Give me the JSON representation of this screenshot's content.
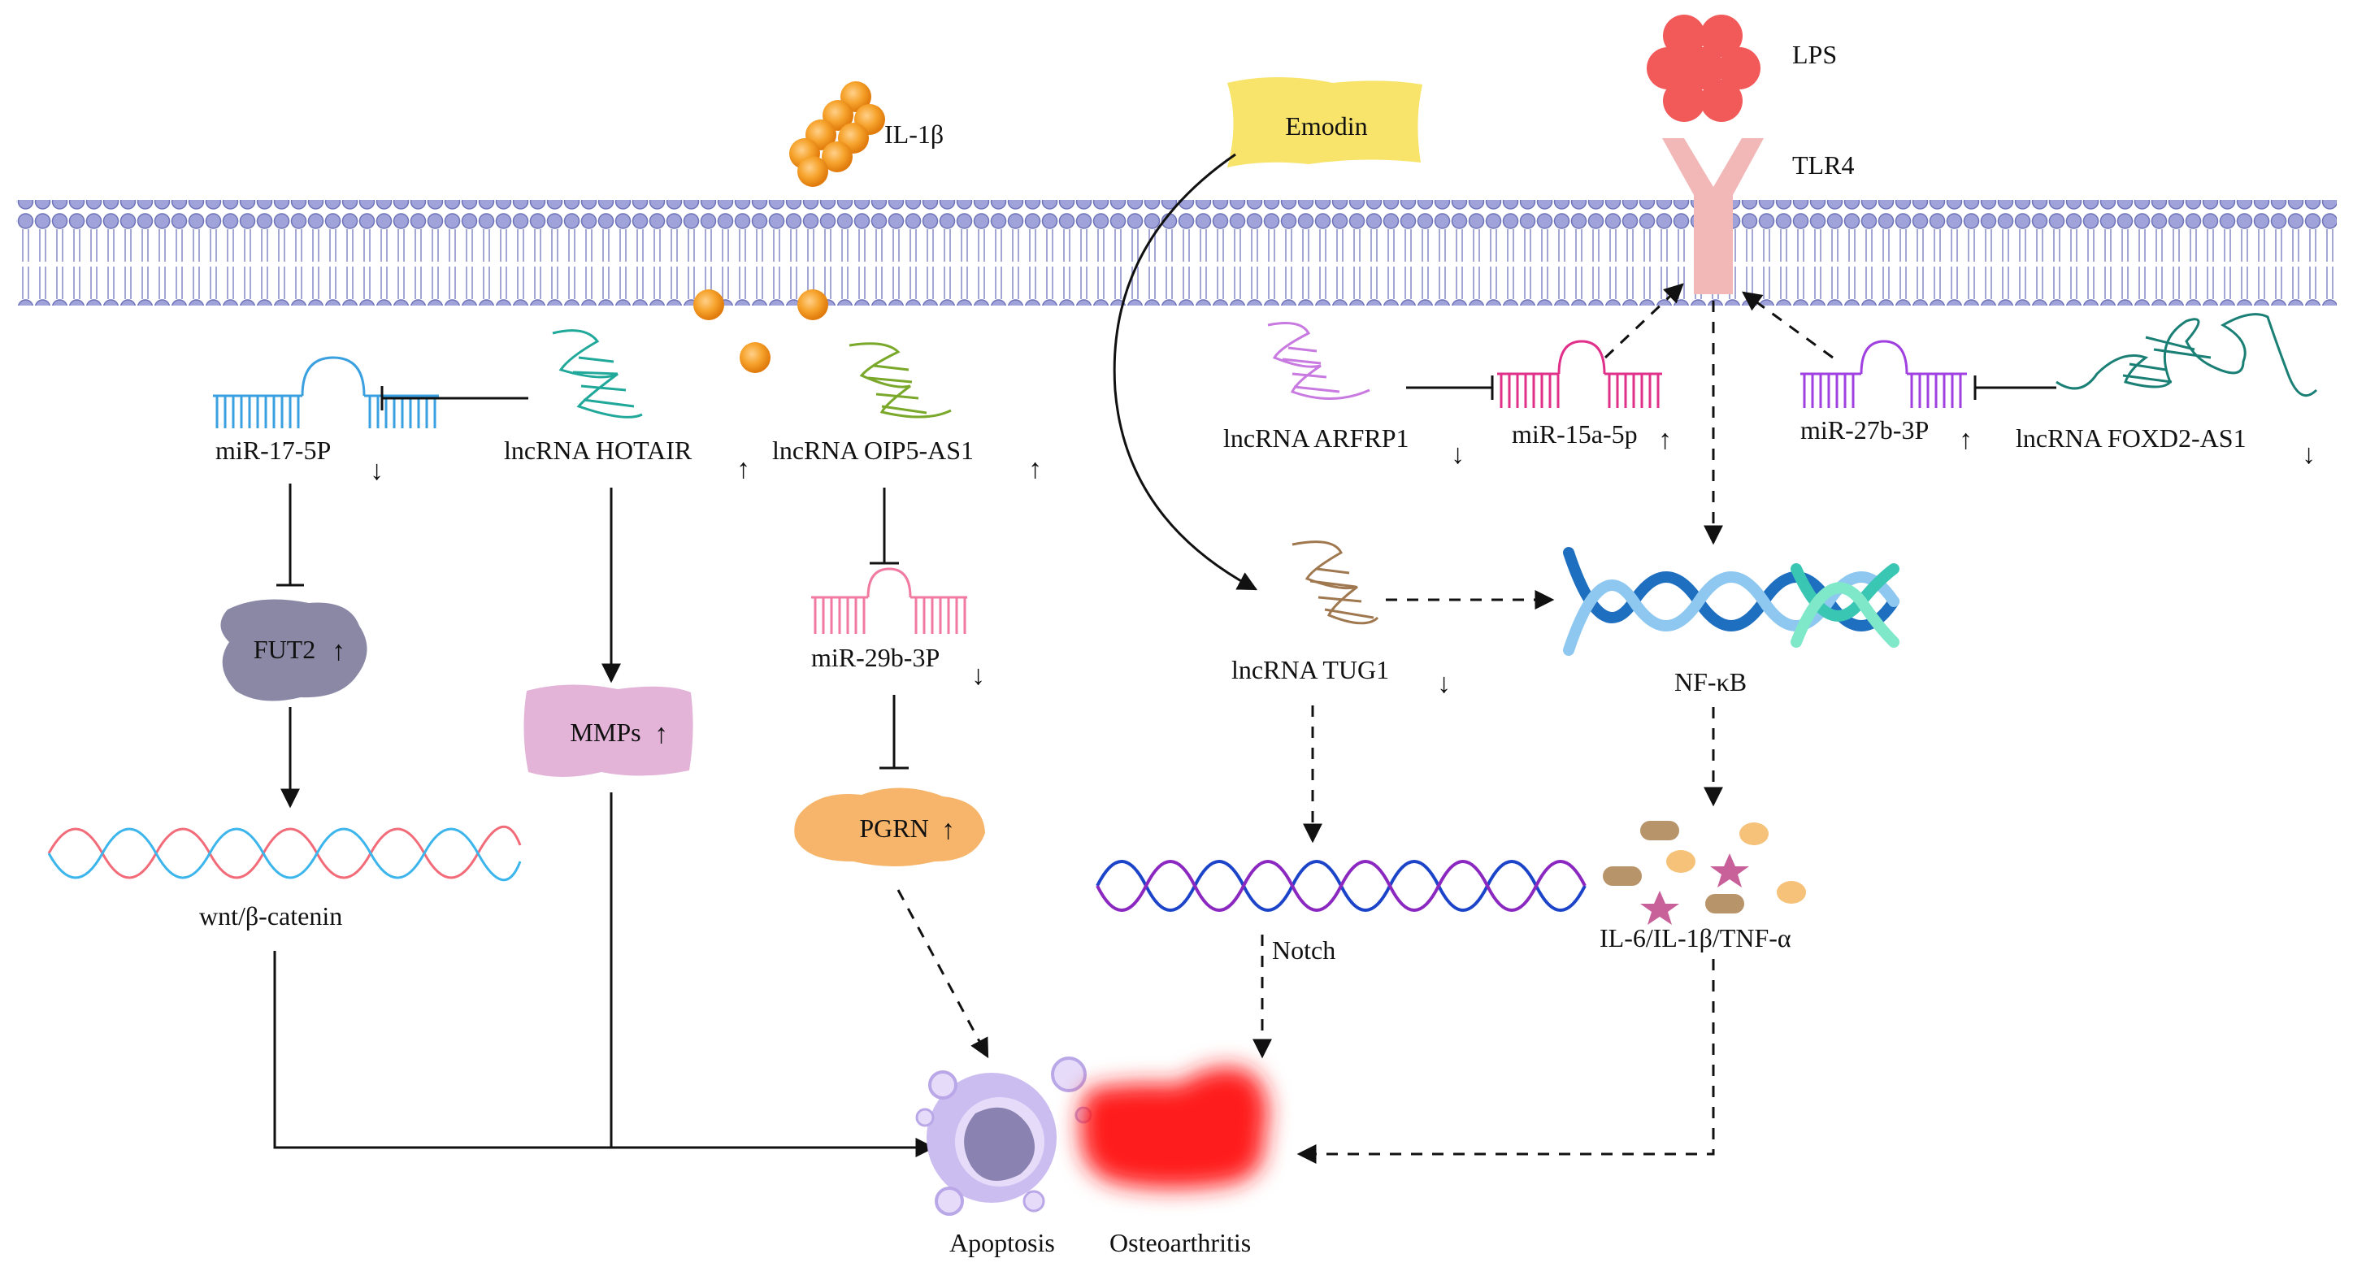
{
  "stimuli": {
    "il1b": "IL-1β",
    "emodin": "Emodin",
    "lps": "LPS",
    "tlr4": "TLR4"
  },
  "left": {
    "mir17": "miR-17-5P",
    "hotair": "lncRNA HOTAIR",
    "oip5": "lncRNA OIP5-AS1",
    "fut2": "FUT2",
    "mmps": "MMPs",
    "mir29b": "miR-29b-3P",
    "pgrn": "PGRN",
    "wnt": "wnt/β-catenin"
  },
  "right": {
    "arfrp1": "lncRNA ARFRP1",
    "mir15a": "miR-15a-5p",
    "mir27b": "miR-27b-3P",
    "foxd2": "lncRNA FOXD2-AS1",
    "tug1": "lncRNA TUG1",
    "nfkb": "NF-κB",
    "notch": "Notch",
    "cytokines": "IL-6/IL-1β/TNF-α"
  },
  "outcome": {
    "apoptosis": "Apoptosis",
    "oa": "Osteoarthritis"
  },
  "colors": {
    "membrane": "#9fa3d9",
    "il1b": "#f39c1f",
    "emodin": "#f8e46a",
    "lps": "#f25a5a",
    "tlr4": "#f2b8b8",
    "fut2": "#8b88a6",
    "mmps": "#e3b3d8",
    "pgrn": "#f6b56a",
    "mir17": "#3aa0e0",
    "mir29b": "#f07aa0",
    "mir15a": "#e0308a",
    "mir27b": "#a040e0",
    "hotair": "#20a89a",
    "oip5": "#7aa82a",
    "arfrp1": "#c87ae0",
    "foxd2": "#1a7f75",
    "tug1": "#a07850",
    "osteoarthritis": "#ff1a1a",
    "apoptosis": "#b9a7e8"
  },
  "arrows": {
    "up": "↑",
    "down": "↓"
  }
}
